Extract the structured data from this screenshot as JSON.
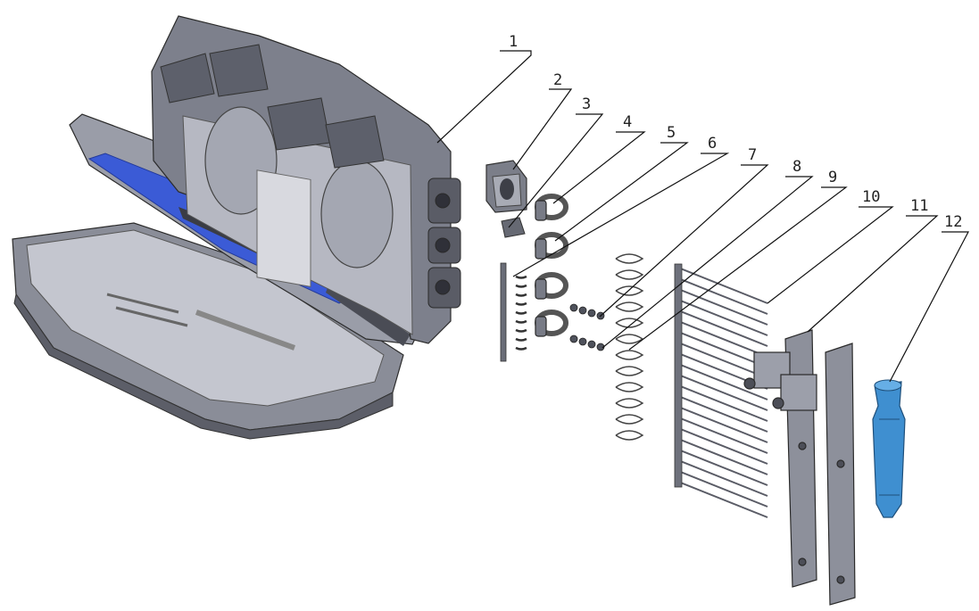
{
  "colors": {
    "body_grey": "#7d808c",
    "body_light": "#a9acb8",
    "body_dark": "#4a4c55",
    "lid_blue": "#3b5bd6",
    "connector_blue": "#3f8fd0",
    "line": "#111111"
  },
  "callouts": [
    {
      "id": "1",
      "label": "1"
    },
    {
      "id": "2",
      "label": "2"
    },
    {
      "id": "3",
      "label": "3"
    },
    {
      "id": "4",
      "label": "4"
    },
    {
      "id": "5",
      "label": "5"
    },
    {
      "id": "6",
      "label": "6"
    },
    {
      "id": "7",
      "label": "7"
    },
    {
      "id": "8",
      "label": "8"
    },
    {
      "id": "9",
      "label": "9"
    },
    {
      "id": "10",
      "label": "10"
    },
    {
      "id": "11",
      "label": "11"
    },
    {
      "id": "12",
      "label": "12"
    }
  ]
}
